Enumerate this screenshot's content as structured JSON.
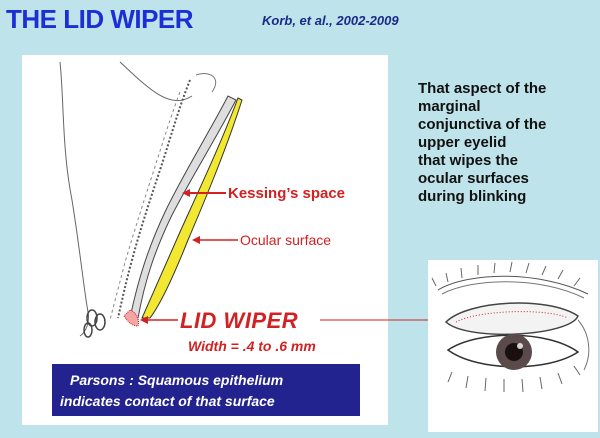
{
  "slide": {
    "title": "THE LID WIPER",
    "citation": "Korb, et al., 2002-2009"
  },
  "description": {
    "lines": [
      "That aspect of the",
      "marginal",
      "conjunctiva of the",
      "upper eyelid",
      "that wipes the",
      "ocular surfaces",
      "during blinking"
    ]
  },
  "diagram": {
    "kessing_label": "Kessing’s space",
    "ocular_label": "Ocular surface",
    "lid_wiper_label": "LID WIPER",
    "width_label": "Width = .4 to .6 mm"
  },
  "parsons": {
    "line1": "Parsons : Squamous epithelium",
    "line2": "indicates contact of that surface"
  },
  "colors": {
    "background": "#bfe3ea",
    "title": "#1a2fd6",
    "label_red": "#d32020",
    "box_blue": "#23238f",
    "kessing_yellow": "#f2e832"
  }
}
